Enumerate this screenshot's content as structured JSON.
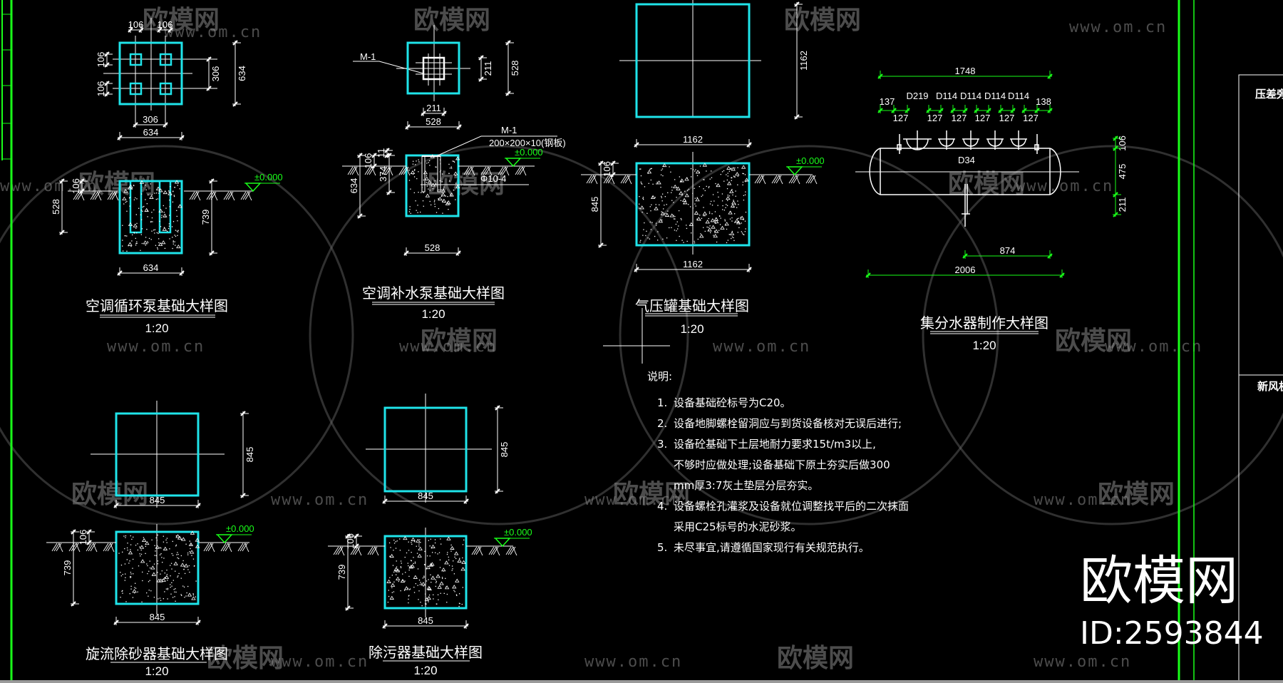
{
  "colors": {
    "background": "#000000",
    "foundation": "#1fe4ea",
    "dimension_collector": "#19ff19",
    "elevation": "#19ff19",
    "frame": "#19ff19",
    "line": "#ffffff"
  },
  "elevation_mark": "±0.000",
  "drawings": [
    {
      "title": "空调循环泵基础大样图",
      "scale": "1:20",
      "dims": [
        "106",
        "106",
        "106",
        "106",
        "306",
        "634",
        "306",
        "634",
        "106",
        "528",
        "739",
        "634"
      ]
    },
    {
      "title": "空调补水泵基础大样图",
      "scale": "1:20",
      "dims": [
        "211",
        "528",
        "211",
        "528",
        "11",
        "106",
        "374",
        "634",
        "528"
      ],
      "plate_label": "M-1",
      "plate_spec": "200×200×10(钢板)",
      "bolt_label": "Φ10-4"
    },
    {
      "title": "气压罐基础大样图",
      "scale": "1:20",
      "dims": [
        "1162",
        "1162",
        "106",
        "845",
        "1162"
      ]
    },
    {
      "title": "集分水器制作大样图",
      "scale": "1:20",
      "dims": [
        "1748",
        "137",
        "127",
        "127",
        "127",
        "127",
        "127",
        "127",
        "138",
        "874",
        "2006",
        "106",
        "475",
        "211"
      ],
      "nozzles": [
        "D219",
        "D114",
        "D114",
        "D114",
        "D114"
      ],
      "drain": "D34"
    },
    {
      "title": "旋流除砂器基础大样图",
      "scale": "1:20",
      "dims": [
        "845",
        "845",
        "106",
        "739",
        "845"
      ]
    },
    {
      "title": "除污器基础大样图",
      "scale": "1:20",
      "dims": [
        "845",
        "845",
        "106",
        "739",
        "845"
      ]
    }
  ],
  "notes": {
    "heading": "说明:",
    "items": [
      {
        "num": "1.",
        "lines": [
          "设备基础砼标号为C20。"
        ]
      },
      {
        "num": "2.",
        "lines": [
          "设备地脚螺栓留洞应与到货设备核对无误后进行;"
        ]
      },
      {
        "num": "3.",
        "lines": [
          "设备砼基础下土层地耐力要求15t/m3以上,",
          "不够时应做处理;设备基础下原土夯实后做300",
          "mm厚3:7灰土垫层分层夯实。"
        ]
      },
      {
        "num": "4.",
        "lines": [
          "设备螺栓孔灌浆及设备就位调整找平后的二次抹面",
          "采用C25标号的水泥砂浆。"
        ]
      },
      {
        "num": "5.",
        "lines": [
          "未尽事宜,请遵循国家现行有关规范执行。"
        ]
      }
    ]
  },
  "title_block": {
    "cell_1": "压差旁通",
    "cell_2": "新风机组"
  },
  "watermark": {
    "logo": "欧模网",
    "url": "www.om.cn",
    "big_logo": "欧模网",
    "id": "ID:2593844"
  }
}
